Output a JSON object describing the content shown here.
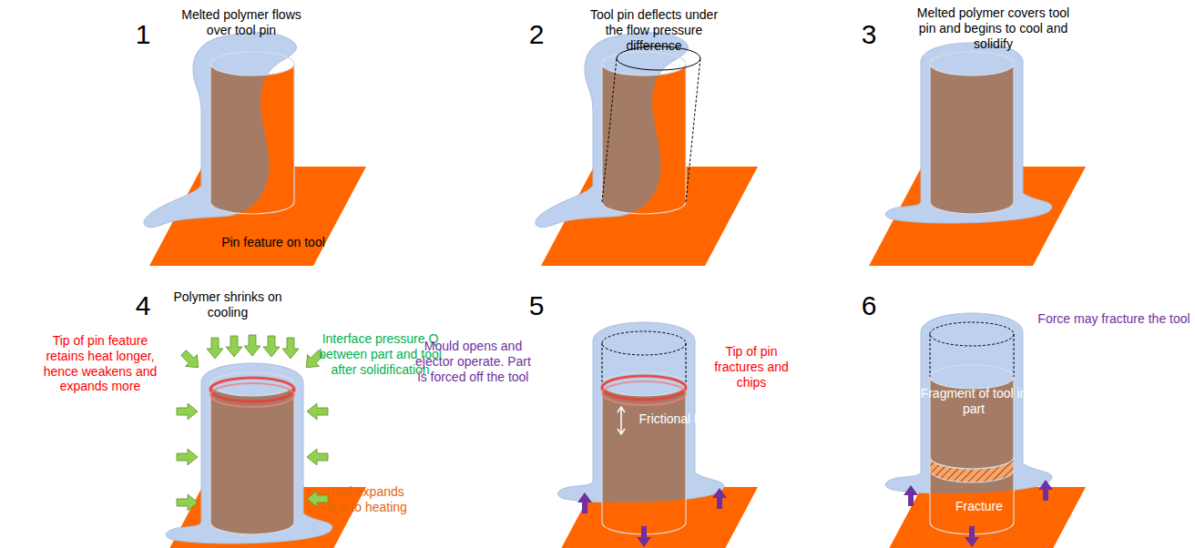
{
  "diagram": {
    "labels": [
      "1",
      "Melted polymer flows over tool pin",
      "Pin feature on tool",
      "2",
      "Tool pin deflects under the flow pressure difference",
      "3",
      "Melted polymer covers tool pin and begins to cool and solidify",
      "4",
      "Polymer shrinks on cooling",
      "Tip of pin feature retains heat longer, hence weakens and expands more",
      "Interface pressure Q between part and tool after solidification",
      "Tool expands due to heating",
      "5",
      "Mould opens and ejector operate. Part is forced off the tool",
      "Frictional load",
      "Tip of pin fractures and chips",
      "6",
      "Fragment of tool in part",
      "Fracture",
      "Force may fracture the tool"
    ]
  }
}
